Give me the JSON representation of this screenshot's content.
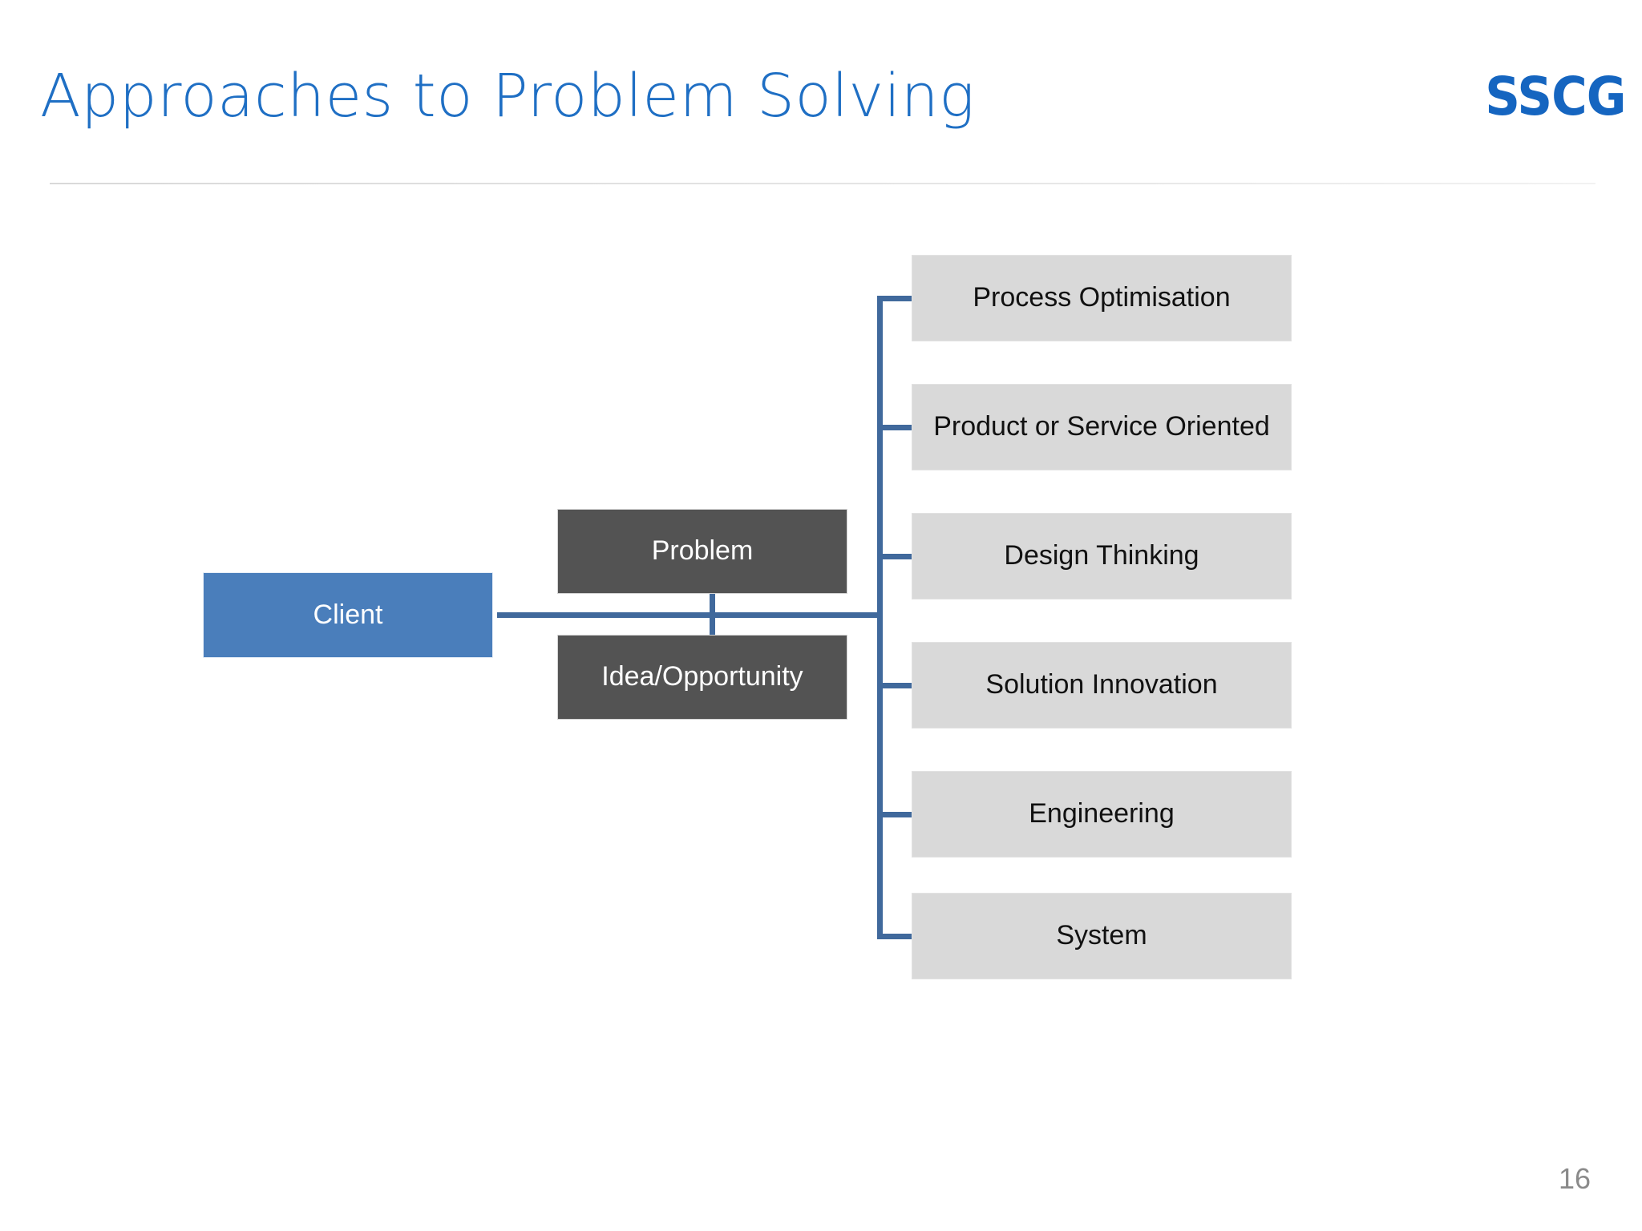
{
  "slide": {
    "title": "Approaches to Problem Solving",
    "logo_text": "SSCG",
    "page_number": "16",
    "accent_blue": "#1f6fc4",
    "connector_blue": "#40699c",
    "client_box_color": "#4a7ebb",
    "dark_box_color": "#535353",
    "gray_box_color": "#d9d9d9",
    "page_number_color": "#8a8a8a"
  },
  "diagram": {
    "root": {
      "label": "Client"
    },
    "middle": [
      {
        "label": "Problem"
      },
      {
        "label": "Idea/Opportunity"
      }
    ],
    "approaches": [
      {
        "label": "Process Optimisation"
      },
      {
        "label": "Product or Service Oriented"
      },
      {
        "label": "Design Thinking"
      },
      {
        "label": "Solution Innovation"
      },
      {
        "label": "Engineering"
      },
      {
        "label": "System"
      }
    ]
  }
}
